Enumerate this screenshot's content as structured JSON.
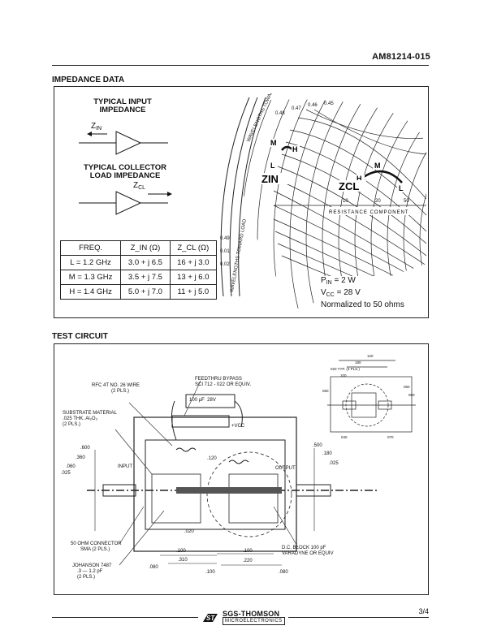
{
  "header": {
    "part_number": "AM81214-015"
  },
  "impedance": {
    "section_title": "IMPEDANCE DATA",
    "input_caption_1": "TYPICAL INPUT",
    "input_caption_2": "IMPEDANCE",
    "z_in": "Z",
    "z_in_sub": "IN",
    "collector_caption_1": "TYPICAL COLLECTOR",
    "collector_caption_2": "LOAD IMPEDANCE",
    "z_cl": "Z",
    "z_cl_sub": "CL",
    "table": {
      "headers": [
        "FREQ.",
        "Z_IN (Ω)",
        "Z_CL (Ω)"
      ],
      "rows": [
        [
          "L = 1.2 GHz",
          "3.0 + j 6.5",
          "16 + j 3.0"
        ],
        [
          "M = 1.3 GHz",
          "3.5 + j 7.5",
          "13 + j 6.0"
        ],
        [
          "H = 1.4 GHz",
          "5.0 + j 7.0",
          "11 + j 5.0"
        ]
      ]
    },
    "smith": {
      "zin_label": "ZIN",
      "zcl_label": "ZCL",
      "point_labels": [
        "M",
        "H",
        "L",
        "L",
        "M",
        "H"
      ],
      "resistance_component": "RESISTANCE COMPONENT",
      "toward_generator": "WAVELENGTHS TOWARD GENERATOR",
      "toward_load": "WAVELENGTHS TOWARD LOAD",
      "ticks_top": [
        "0.48",
        "0.47",
        "0.46",
        "0.45"
      ],
      "ticks_left": [
        "0.49",
        "0.01",
        "0.02"
      ],
      "res_ticks": [
        "10",
        "20",
        "50"
      ]
    },
    "conditions": {
      "pin": "P",
      "pin_sub": "IN",
      "pin_val": " = 2 W",
      "vcc": "V",
      "vcc_sub": "CC",
      "vcc_val": " = 28 V",
      "normalized": "Normalized to 50 ohms"
    }
  },
  "test_circuit": {
    "section_title": "TEST CIRCUIT",
    "labels": {
      "rfc": "RFC 4T NO. 26 WIRE",
      "rfc_2": "(2 PLS.)",
      "feedthru": "FEEDTHRU BYPASS",
      "feedthru_2": "SCI 712 - 022 OR EQUIV.",
      "cap": "100 μF",
      "cap_v": "28V",
      "vcc": "+VCC",
      "substrate": "SUBSTRATE MATERIAL",
      "substrate_2": ".025 THK. Al₂O₃",
      "substrate_3": "(2 PLS.)",
      "input": "INPUT",
      "output": "OUTPUT",
      "connector": "50 OHM CONNECTOR",
      "connector_2": "SMA  (2 PLS.)",
      "johanson": "JOHANSON 7487",
      "johanson_2": ".3 — 1.2 pF",
      "johanson_3": "(2 PLS.)",
      "dc_block": "D.C. BLOCK 100 pF",
      "dc_block_2": "VARADYNE OR EQUIV",
      "dims": {
        "d600": ".600",
        "d360": ".360",
        "d060": ".060",
        "d025": ".025",
        "d120": ".120",
        "d020": ".020",
        "d100a": ".100",
        "d310": ".310",
        "d080a": ".080",
        "d100b": ".100",
        "d100c": ".100",
        "d220": ".220",
        "d080b": ".080",
        "d500": ".500",
        "d180": ".180",
        "d025b": ".025"
      },
      "detail": {
        "d120": "120",
        "d180": "180",
        "typ": "020 TYP. (3 PLS.)",
        "d100": "100",
        "d060": "060",
        "d060b": "060",
        "d060c": "060",
        "d040": "040",
        "d070": "070"
      }
    }
  },
  "footer": {
    "brand": "SGS-THOMSON",
    "brand_sub": "MICROELECTRONICS",
    "page": "3/4"
  }
}
